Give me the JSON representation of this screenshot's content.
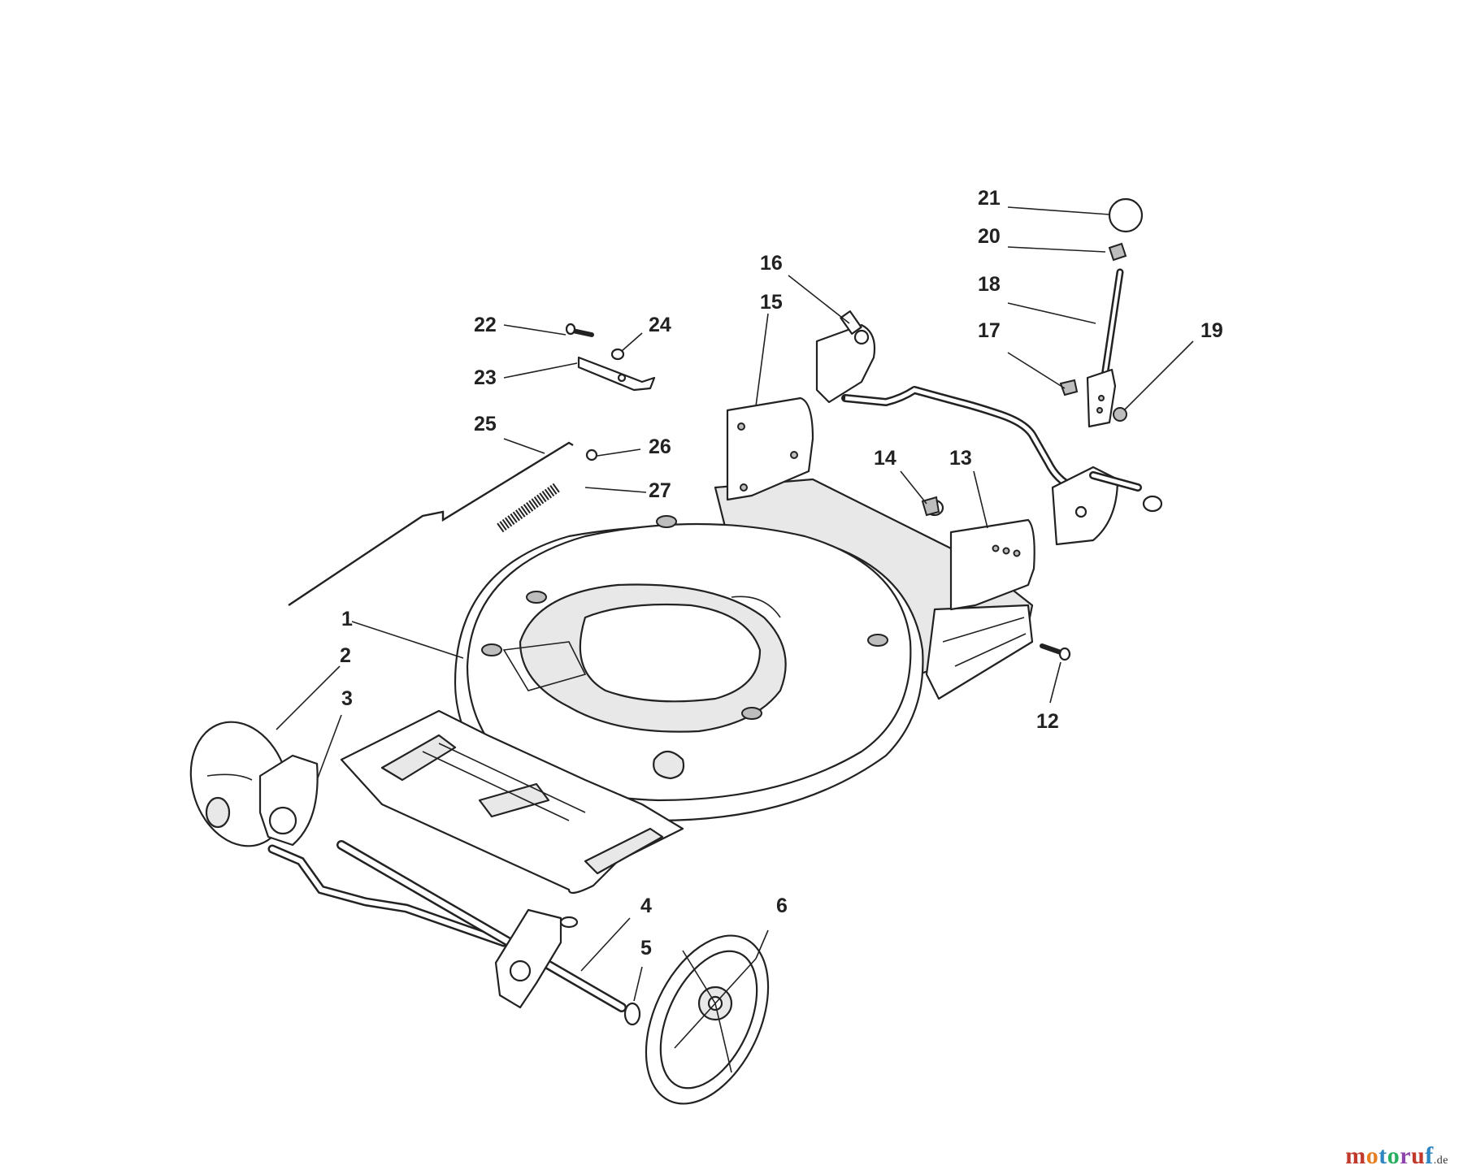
{
  "diagram": {
    "callouts": [
      {
        "id": "1",
        "label": "1"
      },
      {
        "id": "2",
        "label": "2"
      },
      {
        "id": "3",
        "label": "3"
      },
      {
        "id": "4",
        "label": "4"
      },
      {
        "id": "5",
        "label": "5"
      },
      {
        "id": "6",
        "label": "6"
      },
      {
        "id": "12",
        "label": "12"
      },
      {
        "id": "13",
        "label": "13"
      },
      {
        "id": "14",
        "label": "14"
      },
      {
        "id": "15",
        "label": "15"
      },
      {
        "id": "16",
        "label": "16"
      },
      {
        "id": "17",
        "label": "17"
      },
      {
        "id": "18",
        "label": "18"
      },
      {
        "id": "19",
        "label": "19"
      },
      {
        "id": "20",
        "label": "20"
      },
      {
        "id": "21",
        "label": "21"
      },
      {
        "id": "22",
        "label": "22"
      },
      {
        "id": "23",
        "label": "23"
      },
      {
        "id": "24",
        "label": "24"
      },
      {
        "id": "25",
        "label": "25"
      },
      {
        "id": "26",
        "label": "26"
      },
      {
        "id": "27",
        "label": "27"
      }
    ]
  },
  "watermark": {
    "letters": [
      "m",
      "o",
      "t",
      "o",
      "r",
      "u",
      "f"
    ],
    "letter_colors": [
      "#c0392b",
      "#e67e22",
      "#2e86c1",
      "#27ae60",
      "#8e44ad",
      "#c0392b",
      "#2e86c1"
    ],
    "tld": ".de"
  }
}
